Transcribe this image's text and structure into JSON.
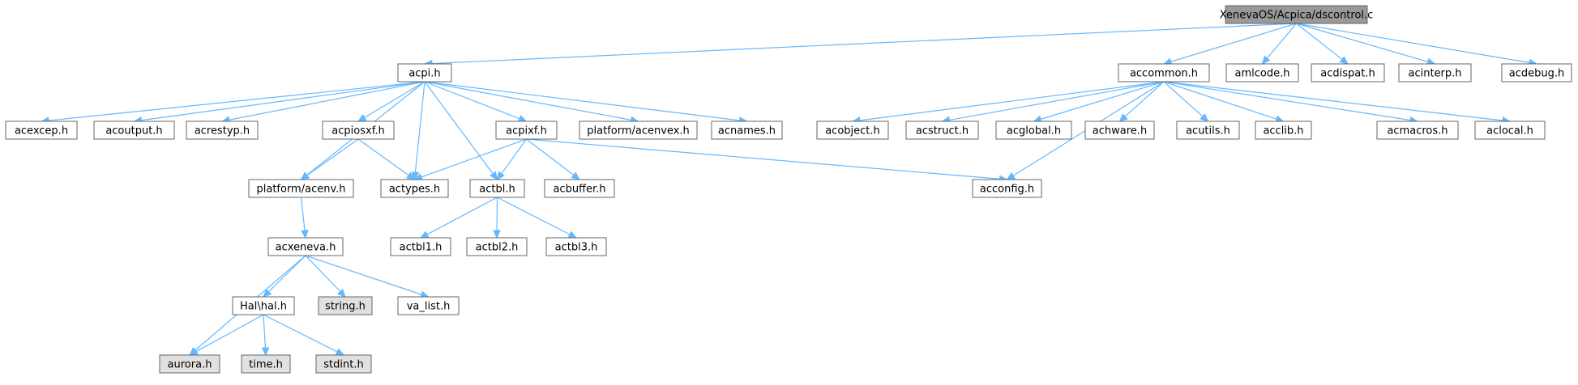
{
  "graph": {
    "colors": {
      "root_fill": "#999999",
      "header_fill": "#ffffff",
      "system_fill": "#e0e0e0",
      "border": "#666666",
      "edge": "#63b8ff"
    },
    "nodes": [
      {
        "id": "root",
        "label": "XenevaOS/Acpica/dscontrol.c",
        "kind": "root"
      },
      {
        "id": "acpi",
        "label": "acpi.h",
        "kind": "header"
      },
      {
        "id": "accommon",
        "label": "accommon.h",
        "kind": "header"
      },
      {
        "id": "amlcode",
        "label": "amlcode.h",
        "kind": "header"
      },
      {
        "id": "acdispat",
        "label": "acdispat.h",
        "kind": "header"
      },
      {
        "id": "acinterp",
        "label": "acinterp.h",
        "kind": "header"
      },
      {
        "id": "acdebug",
        "label": "acdebug.h",
        "kind": "header"
      },
      {
        "id": "acexcep",
        "label": "acexcep.h",
        "kind": "header"
      },
      {
        "id": "acoutput",
        "label": "acoutput.h",
        "kind": "header"
      },
      {
        "id": "acrestyp",
        "label": "acrestyp.h",
        "kind": "header"
      },
      {
        "id": "acpiosxf",
        "label": "acpiosxf.h",
        "kind": "header"
      },
      {
        "id": "acpixf",
        "label": "acpixf.h",
        "kind": "header"
      },
      {
        "id": "acenvex",
        "label": "platform/acenvex.h",
        "kind": "header"
      },
      {
        "id": "acnames",
        "label": "acnames.h",
        "kind": "header"
      },
      {
        "id": "acobject",
        "label": "acobject.h",
        "kind": "header"
      },
      {
        "id": "acstruct",
        "label": "acstruct.h",
        "kind": "header"
      },
      {
        "id": "acglobal",
        "label": "acglobal.h",
        "kind": "header"
      },
      {
        "id": "achware",
        "label": "achware.h",
        "kind": "header"
      },
      {
        "id": "acutils",
        "label": "acutils.h",
        "kind": "header"
      },
      {
        "id": "acclib",
        "label": "acclib.h",
        "kind": "header"
      },
      {
        "id": "acmacros",
        "label": "acmacros.h",
        "kind": "header"
      },
      {
        "id": "aclocal",
        "label": "aclocal.h",
        "kind": "header"
      },
      {
        "id": "acenv",
        "label": "platform/acenv.h",
        "kind": "header"
      },
      {
        "id": "actypes",
        "label": "actypes.h",
        "kind": "header"
      },
      {
        "id": "actbl",
        "label": "actbl.h",
        "kind": "header"
      },
      {
        "id": "acbuffer",
        "label": "acbuffer.h",
        "kind": "header"
      },
      {
        "id": "acconfig",
        "label": "acconfig.h",
        "kind": "header"
      },
      {
        "id": "acxeneva",
        "label": "acxeneva.h",
        "kind": "header"
      },
      {
        "id": "actbl1",
        "label": "actbl1.h",
        "kind": "header"
      },
      {
        "id": "actbl2",
        "label": "actbl2.h",
        "kind": "header"
      },
      {
        "id": "actbl3",
        "label": "actbl3.h",
        "kind": "header"
      },
      {
        "id": "hal",
        "label": "Hal\\hal.h",
        "kind": "header"
      },
      {
        "id": "string",
        "label": "string.h",
        "kind": "system"
      },
      {
        "id": "va_list",
        "label": "va_list.h",
        "kind": "header"
      },
      {
        "id": "aurora",
        "label": "aurora.h",
        "kind": "system"
      },
      {
        "id": "time",
        "label": "time.h",
        "kind": "system"
      },
      {
        "id": "stdint",
        "label": "stdint.h",
        "kind": "system"
      }
    ],
    "edges": [
      [
        "root",
        "acpi"
      ],
      [
        "root",
        "accommon"
      ],
      [
        "root",
        "amlcode"
      ],
      [
        "root",
        "acdispat"
      ],
      [
        "root",
        "acinterp"
      ],
      [
        "root",
        "acdebug"
      ],
      [
        "acpi",
        "acexcep"
      ],
      [
        "acpi",
        "acoutput"
      ],
      [
        "acpi",
        "acrestyp"
      ],
      [
        "acpi",
        "acpiosxf"
      ],
      [
        "acpi",
        "acpixf"
      ],
      [
        "acpi",
        "acenvex"
      ],
      [
        "acpi",
        "acnames"
      ],
      [
        "acpi",
        "acenv"
      ],
      [
        "acpi",
        "actypes"
      ],
      [
        "acpi",
        "actbl"
      ],
      [
        "accommon",
        "acobject"
      ],
      [
        "accommon",
        "acstruct"
      ],
      [
        "accommon",
        "acglobal"
      ],
      [
        "accommon",
        "achware"
      ],
      [
        "accommon",
        "acutils"
      ],
      [
        "accommon",
        "acclib"
      ],
      [
        "accommon",
        "acmacros"
      ],
      [
        "accommon",
        "aclocal"
      ],
      [
        "accommon",
        "acconfig"
      ],
      [
        "acpiosxf",
        "acenv"
      ],
      [
        "acpiosxf",
        "actypes"
      ],
      [
        "acpixf",
        "actypes"
      ],
      [
        "acpixf",
        "actbl"
      ],
      [
        "acpixf",
        "acbuffer"
      ],
      [
        "acpixf",
        "acconfig"
      ],
      [
        "acenv",
        "acxeneva"
      ],
      [
        "actbl",
        "actbl1"
      ],
      [
        "actbl",
        "actbl2"
      ],
      [
        "actbl",
        "actbl3"
      ],
      [
        "acxeneva",
        "aurora"
      ],
      [
        "acxeneva",
        "hal"
      ],
      [
        "acxeneva",
        "string"
      ],
      [
        "acxeneva",
        "va_list"
      ],
      [
        "hal",
        "aurora"
      ],
      [
        "hal",
        "time"
      ],
      [
        "hal",
        "stdint"
      ]
    ]
  }
}
